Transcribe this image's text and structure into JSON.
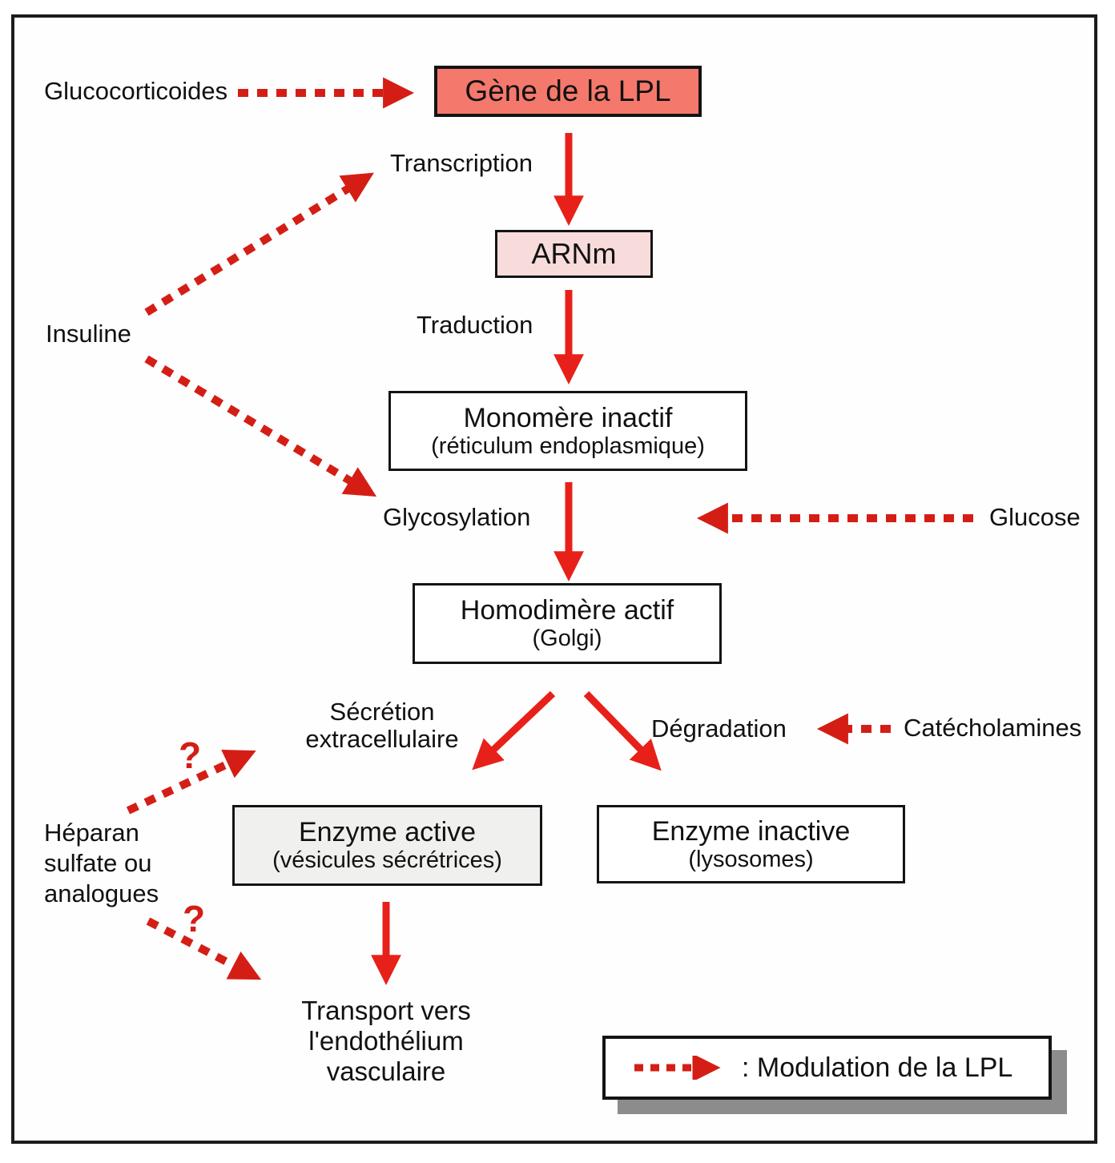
{
  "title_context": "LPL gene regulation pathway diagram (French)",
  "colors": {
    "solid_arrow_red": "#e8201a",
    "dashed_arrow_red": "#d41e15",
    "gene_box_fill": "#f4796c",
    "arnm_box_fill": "#f8dbdb",
    "enzyme_active_fill": "#f0f0ee",
    "legend_shadow_gray": "#8c8c8c",
    "frame_border": "#1c1c1c"
  },
  "nodes": {
    "gene": {
      "label": "Gène de la LPL"
    },
    "arnm": {
      "label": "ARNm"
    },
    "monomere": {
      "title": "Monomère inactif",
      "subtitle": "(réticulum endoplasmique)"
    },
    "homodimere": {
      "title": "Homodimère actif",
      "subtitle": "(Golgi)"
    },
    "enzyme_active": {
      "title": "Enzyme active",
      "subtitle": "(vésicules sécrétrices)"
    },
    "enzyme_inactive": {
      "title": "Enzyme inactive",
      "subtitle": "(lysosomes)"
    },
    "transport": {
      "label": "Transport vers\nl'endothélium\nvasculaire"
    }
  },
  "modulators": {
    "glucocorticoides": "Glucocorticoides",
    "insuline": "Insuline",
    "glucose": "Glucose",
    "catecholamines": "Catécholamines",
    "heparan": "Héparan\nsulfate ou\nanalogues"
  },
  "process_labels": {
    "transcription": "Transcription",
    "traduction": "Traduction",
    "glycosylation": "Glycosylation",
    "secretion": "Sécrétion\nextracellulaire",
    "degradation": "Dégradation"
  },
  "question_mark": "?",
  "legend": {
    "label": ": Modulation de la LPL"
  }
}
